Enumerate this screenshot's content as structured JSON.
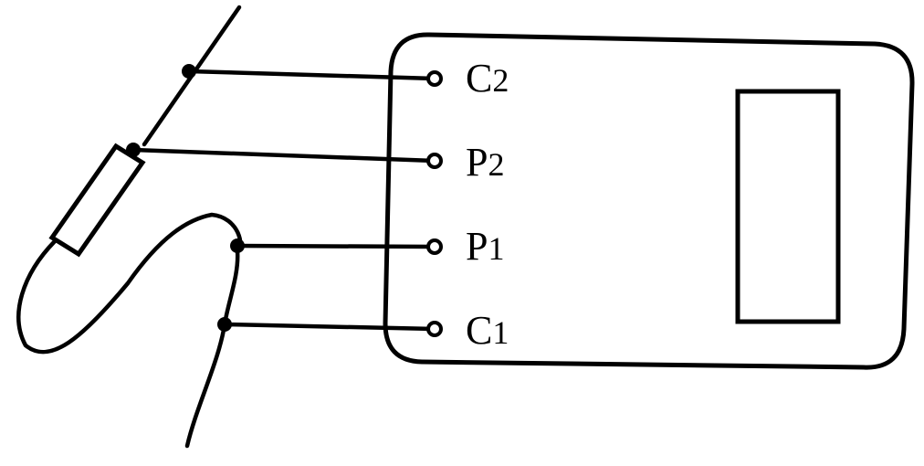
{
  "terminals": [
    {
      "letter": "C",
      "index": "2"
    },
    {
      "letter": "P",
      "index": "2"
    },
    {
      "letter": "P",
      "index": "1"
    },
    {
      "letter": "C",
      "index": "1"
    }
  ],
  "colors": {
    "stroke": "#000000",
    "background": "#ffffff"
  }
}
